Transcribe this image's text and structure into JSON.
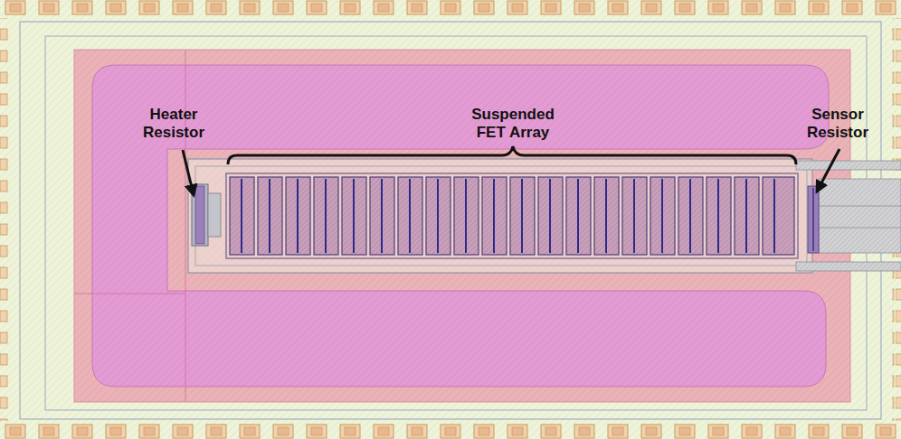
{
  "diagram": {
    "labels": [
      "Heater Resistor",
      "Suspended FET Array",
      "Sensor Resistor"
    ]
  }
}
